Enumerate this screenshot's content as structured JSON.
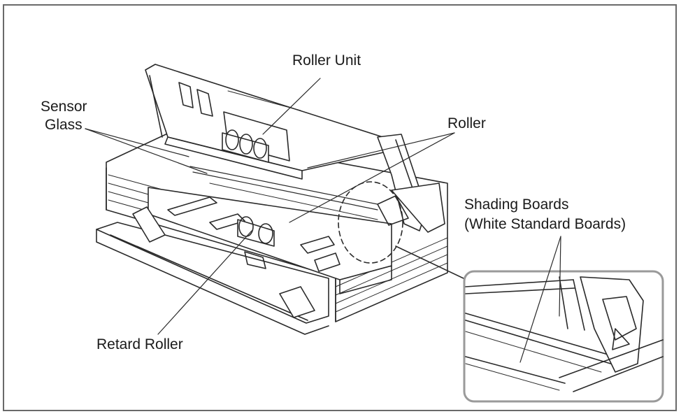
{
  "labels": {
    "roller_unit": "Roller Unit",
    "sensor_glass_line1": "Sensor",
    "sensor_glass_line2": "Glass",
    "roller": "Roller",
    "shading_line1": "Shading Boards",
    "shading_line2": "(White Standard Boards)",
    "retard_roller": "Retard Roller"
  },
  "colors": {
    "line": "#2a2a2a",
    "inset_border": "#9a9a9a",
    "frame": "#6a6a6a"
  }
}
